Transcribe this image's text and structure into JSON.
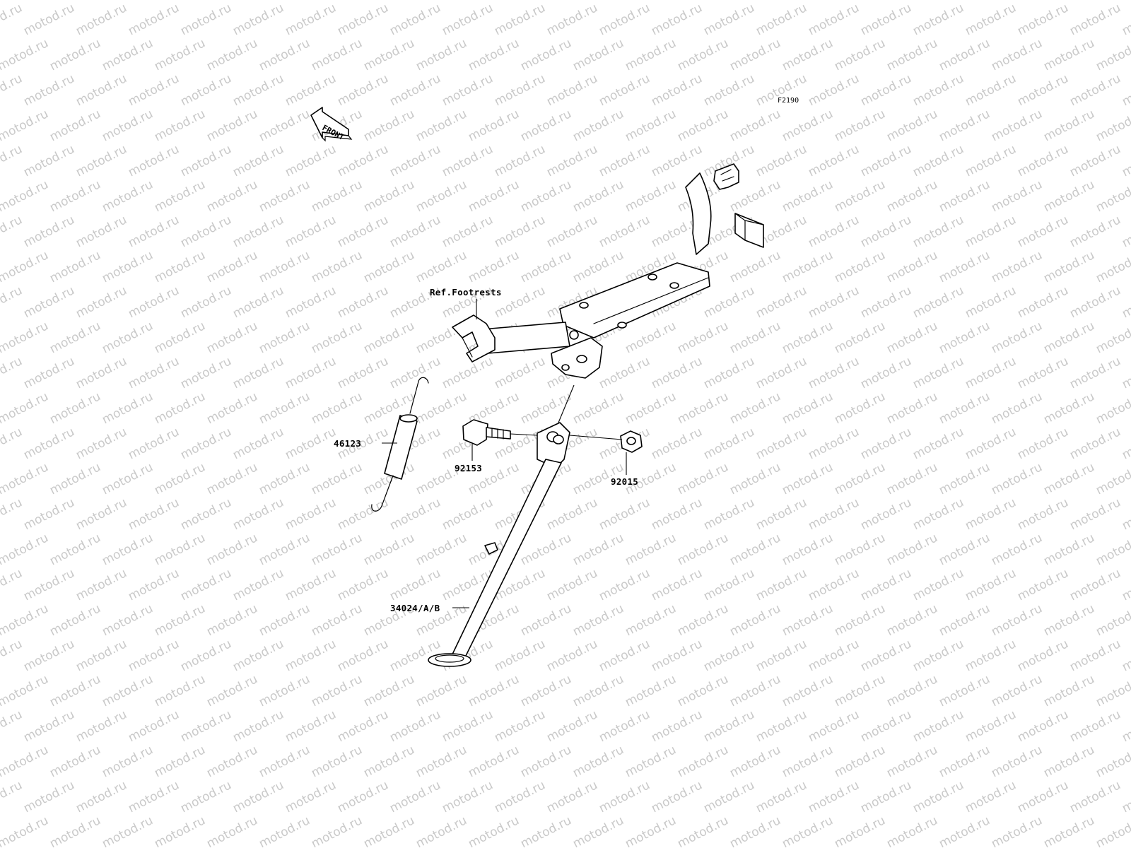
{
  "diagram": {
    "code": "F2190",
    "front_label": "FRONT",
    "watermark": "motod.ru",
    "watermark_color": "#c9c9c9"
  },
  "callouts": {
    "footrests": "Ref.Footrests",
    "spring": "46123",
    "bolt": "92153",
    "nut": "92015",
    "stand": "34024/A/B"
  }
}
